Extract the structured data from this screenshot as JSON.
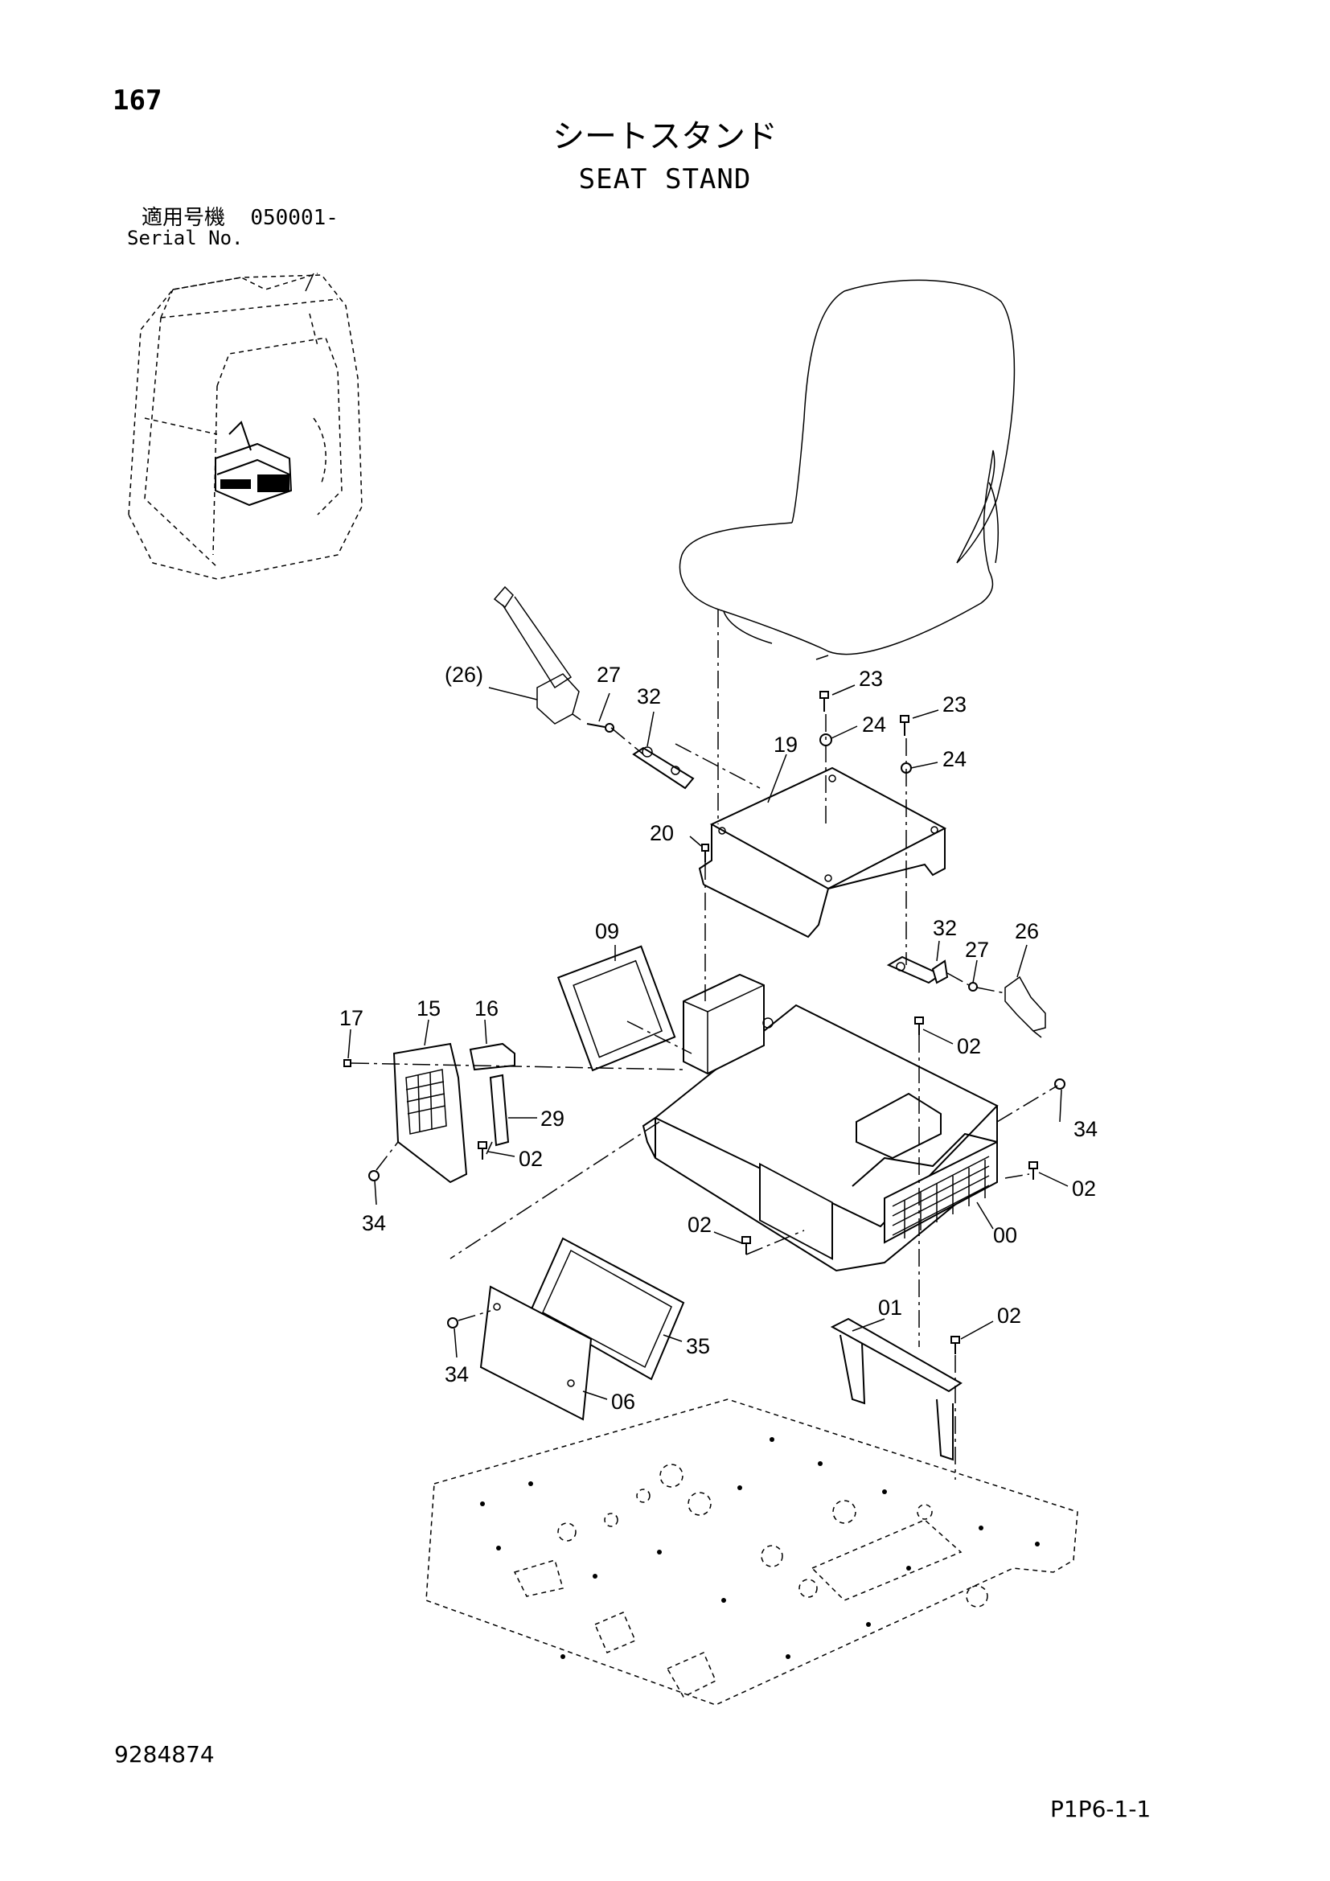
{
  "page": {
    "number": "167",
    "doc_number": "9284874",
    "page_code": "P1P6-1-1"
  },
  "title": {
    "jp": "シートスタンド",
    "en": "SEAT STAND"
  },
  "serial": {
    "label_jp": "適用号機",
    "range": "050001-",
    "label_en": "Serial No."
  },
  "callouts": {
    "c26p": "(26)",
    "c27a": "27",
    "c32a": "32",
    "c23a": "23",
    "c23b": "23",
    "c24a": "24",
    "c24b": "24",
    "c19": "19",
    "c20": "20",
    "c09": "09",
    "c32b": "32",
    "c27b": "27",
    "c26": "26",
    "c17": "17",
    "c15": "15",
    "c16": "16",
    "c02a": "02",
    "c34a": "34",
    "c29": "29",
    "c02b": "02",
    "c02c": "02",
    "c00": "00",
    "c34b": "34",
    "c02d": "02",
    "c01": "01",
    "c02e": "02",
    "c34c": "34",
    "c35": "35",
    "c06": "06"
  }
}
